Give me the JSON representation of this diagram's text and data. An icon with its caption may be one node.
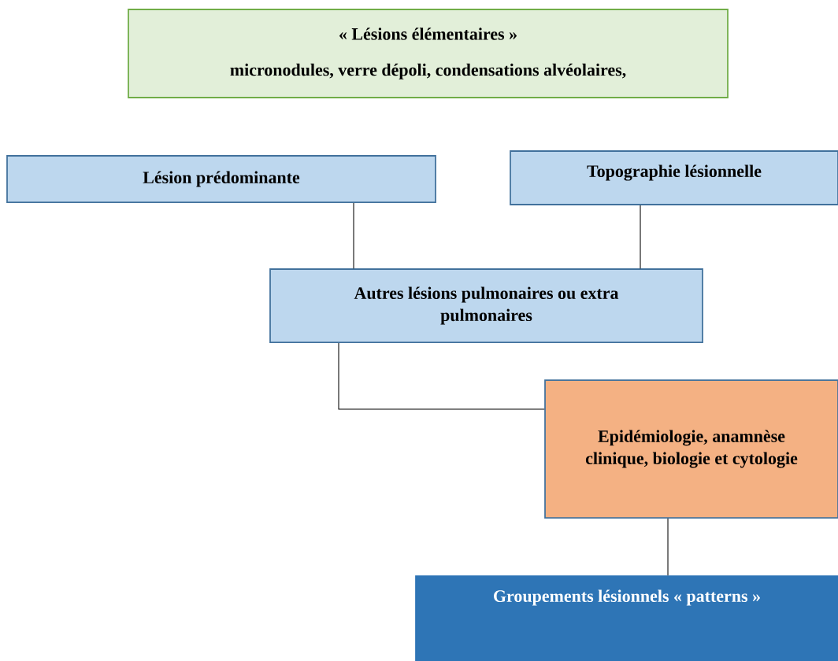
{
  "diagram": {
    "nodes": [
      {
        "text": [
          "« Lésions élémentaires »",
          "micronodules, verre dépoli, condensations alvéolaires,"
        ]
      },
      {
        "text": [
          "Lésion prédominante"
        ]
      },
      {
        "text": [
          "Topographie lésionnelle"
        ]
      },
      {
        "text": [
          "Autres lésions pulmonaires ou extra pulmonaires"
        ]
      },
      {
        "text": [
          "Epidémiologie, anamnèse clinique, biologie et cytologie"
        ]
      },
      {
        "text": [
          "Groupements lésionnels « patterns »"
        ]
      }
    ],
    "edges": [
      {
        "from": 1,
        "to": 3,
        "arrow": "none"
      },
      {
        "from": 2,
        "to": 3,
        "arrow": "none"
      },
      {
        "from": 3,
        "to": 4,
        "arrow": "none"
      },
      {
        "from": 4,
        "to": 5,
        "arrow": "none"
      }
    ]
  }
}
